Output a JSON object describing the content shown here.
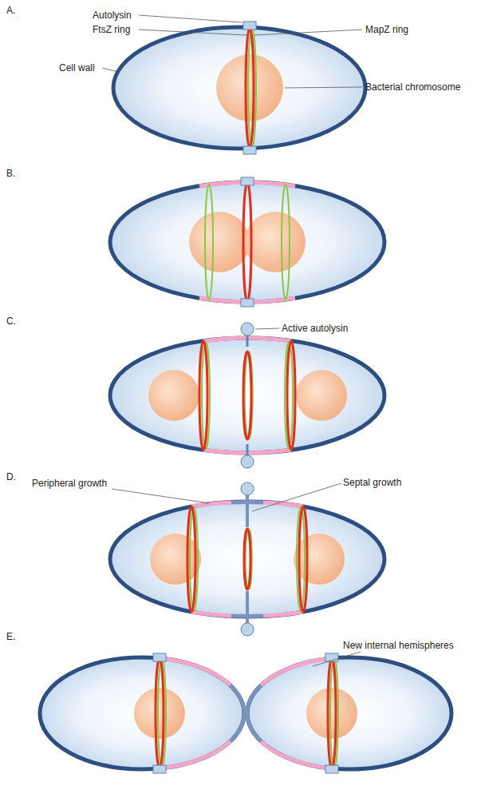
{
  "diagram": {
    "labels": [
      "A.",
      "Autolysin",
      "FtsZ ring",
      "MapZ ring",
      "Cell wall",
      "Bacterial chromosome",
      "B.",
      "C.",
      "Active autolysin",
      "D.",
      "Peripheral growth",
      "Septal growth",
      "E.",
      "New internal hemispheres"
    ]
  }
}
